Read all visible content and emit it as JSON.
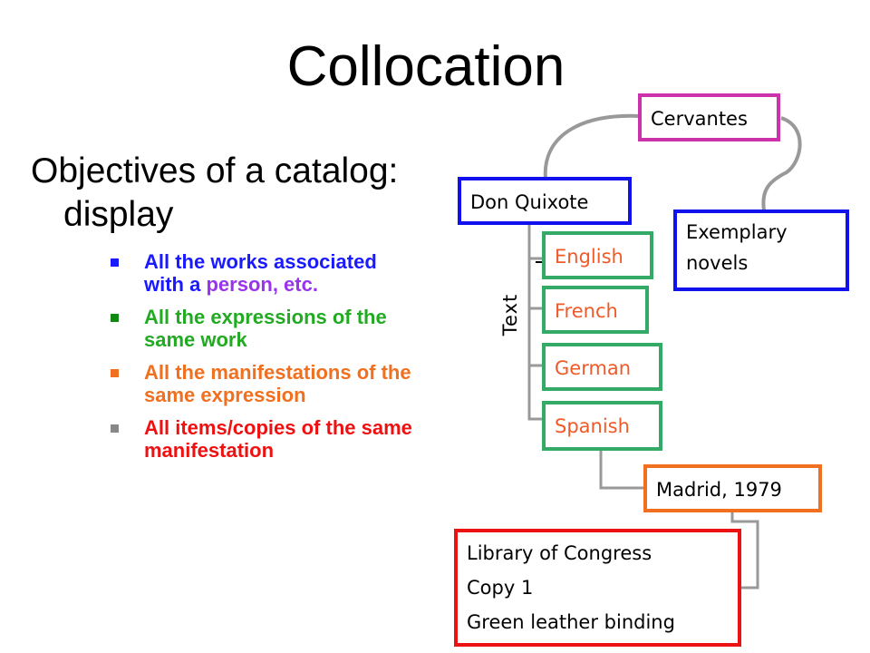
{
  "title": "Collocation",
  "objectives": {
    "line1": "Objectives of a catalog:",
    "line2": "display"
  },
  "bullets": [
    {
      "text": "All the works associated with a",
      "text2": "person, etc.",
      "color": "#1a1aff",
      "color2": "#9933ee",
      "bullet_color": "#1a1aff"
    },
    {
      "text": "All the expressions of the same work",
      "color": "#22aa22",
      "bullet_color": "#118811"
    },
    {
      "text": "All the manifestations of the same expression",
      "color": "#f07020",
      "bullet_color": "#f07020"
    },
    {
      "text": "All items/copies of the same manifestation",
      "color": "#ee1111",
      "bullet_color": "#888888"
    }
  ],
  "diagram": {
    "author": "Cervantes",
    "work": "Don Quixote",
    "other_work_line1": "Exemplary",
    "other_work_line2": "novels",
    "text_label": "Text",
    "expressions": [
      "English",
      "French",
      "German",
      "Spanish"
    ],
    "manifestation": "Madrid, 1979",
    "item_lines": [
      "Library of Congress",
      "Copy 1",
      "Green leather binding"
    ]
  },
  "colors": {
    "author_border": "#cc33aa",
    "work_border": "#1111ee",
    "expression_border": "#33aa66",
    "expression_text": "#f05a28",
    "manifestation_border": "#f07020",
    "item_border": "#ee1111",
    "connector": "#999999"
  }
}
